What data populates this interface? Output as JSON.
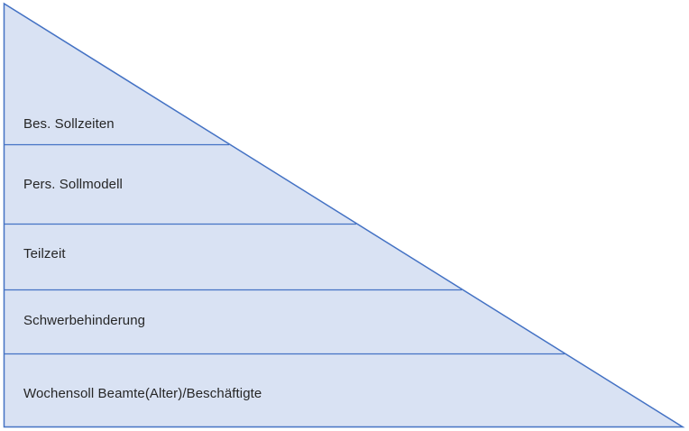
{
  "diagram": {
    "type": "segmented-right-triangle",
    "bands": [
      {
        "label": "Bes. Sollzeiten"
      },
      {
        "label": "Pers. Sollmodell"
      },
      {
        "label": "Teilzeit"
      },
      {
        "label": "Schwerbehinderung"
      },
      {
        "label": "Wochensoll Beamte(Alter)/Beschäftigte"
      }
    ],
    "colors": {
      "fill": "#D9E2F3",
      "border": "#4472C4",
      "text": "#262626",
      "background": "#FFFFFF"
    }
  }
}
